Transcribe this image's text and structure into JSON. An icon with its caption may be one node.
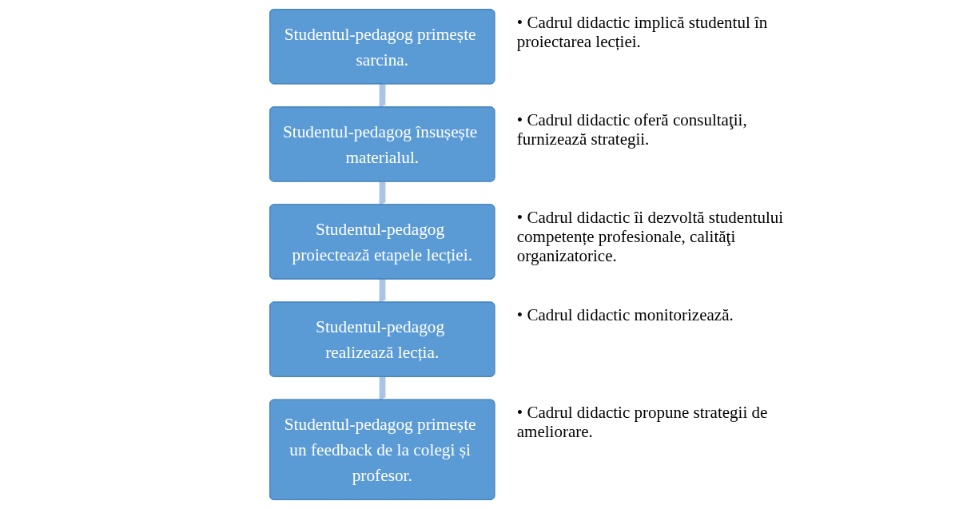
{
  "diagram": {
    "nodes": [
      {
        "text": [
          "Studentul-pedagog primește sarcina."
        ],
        "beside": [
          "• Cadrul didactic implică studentul în proiectarea lecției."
        ]
      },
      {
        "text": [
          "Studentul-pedagog însușește materialul."
        ],
        "beside": [
          "• Cadrul didactic oferă consultaţii, furnizează strategii."
        ]
      },
      {
        "text": [
          "Studentul-pedagog proiectează etapele lecției."
        ],
        "beside": [
          "• Cadrul didactic îi dezvoltă studentului competențe profesionale, calităţi organizatorice."
        ]
      },
      {
        "text": [
          "Studentul-pedagog realizează lecția."
        ],
        "beside": [
          "• Cadrul didactic monitorizează."
        ]
      },
      {
        "text": [
          "Studentul-pedagog primește un feedback de la colegi și profesor."
        ],
        "beside": [
          "• Cadrul didactic propune strategii de ameliorare."
        ]
      }
    ],
    "edges": [
      {
        "from": 0,
        "to": 1,
        "arrow": "to"
      },
      {
        "from": 1,
        "to": 2,
        "arrow": "to"
      },
      {
        "from": 2,
        "to": 3,
        "arrow": "to"
      },
      {
        "from": 3,
        "to": 4,
        "arrow": "to"
      }
    ]
  }
}
